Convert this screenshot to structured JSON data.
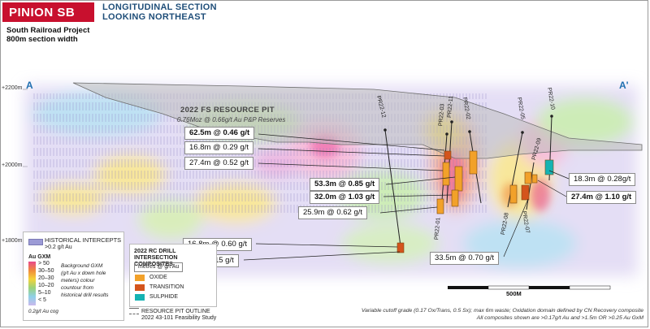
{
  "header": {
    "title": "PINION SB",
    "subtitle_line1": "LONGITUDINAL SECTION",
    "subtitle_line2": "LOOKING NORTHEAST",
    "project_line1": "South Railroad Project",
    "project_line2": "800m section width"
  },
  "section": {
    "start_label": "A",
    "end_label": "A'"
  },
  "elevations": [
    "+2200m",
    "+2000m",
    "+1800m"
  ],
  "pit": {
    "title": "2022 FS RESOURCE PIT",
    "subtitle": "0.76Moz @ 0.66g/t Au P&P Reserves"
  },
  "drillholes": [
    {
      "id": "PR22-12"
    },
    {
      "id": "PR22-03"
    },
    {
      "id": "PR22-11"
    },
    {
      "id": "PR22-02"
    },
    {
      "id": "PR22-05"
    },
    {
      "id": "PR22-10"
    },
    {
      "id": "PR22-09"
    },
    {
      "id": "PR22-01"
    },
    {
      "id": "PR22-08"
    },
    {
      "id": "PR22-07"
    }
  ],
  "intercepts": [
    {
      "text": "62.5m @ 0.46 g/t",
      "bold": true
    },
    {
      "text": "16.8m @ 0.29 g/t",
      "bold": false
    },
    {
      "text": "27.4m @ 0.52 g/t",
      "bold": false
    },
    {
      "text": "53.3m @ 0.85 g/t",
      "bold": true
    },
    {
      "text": "32.0m @ 1.03 g/t",
      "bold": true
    },
    {
      "text": "25.9m @ 0.62 g/t",
      "bold": false
    },
    {
      "text": "16.8m @ 0.60 g/t",
      "bold": false
    },
    {
      "text": "6.1m @ 2.15 g/t",
      "bold": false
    },
    {
      "text": "33.5m @ 0.70 g/t",
      "bold": false
    },
    {
      "text": "18.3m @ 0.28g/t",
      "bold": false
    },
    {
      "text": "27.4m @ 1.10 g/t",
      "bold": true
    }
  ],
  "legend": {
    "historical_title": "HISTORICAL INTERCEPTS",
    "historical_sub": ">0.2 g/t Au",
    "gxm_title": "Au GXM",
    "gxm_items": [
      {
        "label": "> 50",
        "color": "#e8498c"
      },
      {
        "label": "30–50",
        "color": "#f08a3c"
      },
      {
        "label": "20–30",
        "color": "#f5d33a"
      },
      {
        "label": "10–20",
        "color": "#9bd27a"
      },
      {
        "label": "5–10",
        "color": "#8fd0e8"
      },
      {
        "label": "< 5",
        "color": "#c9b8ec"
      }
    ],
    "gxm_cog": "0.2g/t Au cog",
    "gxm_note_1": "Background GXM",
    "gxm_note_2": "(g/t Au x down hole",
    "gxm_note_3": "meters) colour",
    "gxm_note_4": "countour from",
    "gxm_note_5": "historical drill results",
    "rc_title_1": "2022 RC DRILL",
    "rc_title_2": "INTERSECTION COMPOSITES",
    "rc_units": "metres @ g/t Au",
    "domains": [
      {
        "label": "OXIDE",
        "color": "#f2a12a"
      },
      {
        "label": "TRANSITION",
        "color": "#d4541c"
      },
      {
        "label": "SULPHIDE",
        "color": "#15b3b3"
      }
    ],
    "pit_outline_1": "RESOURCE PIT OUTLINE",
    "pit_outline_2": "2022 43-101 Feasibility Study"
  },
  "scale_label": "500M",
  "footnote_1": "Variable cutoff grade (0.17 Ox/Trans, 0.5 Sx); max 6m waste; Oxidation domain defined by CN Recovery composite",
  "footnote_2": "All composites shown are >0.17g/t Au and >1.5m OR >0.25 Au GxM",
  "colors": {
    "brand_red": "#c8102e",
    "section_blue": "#1f6fb0",
    "title_navy": "#1f4e79"
  }
}
